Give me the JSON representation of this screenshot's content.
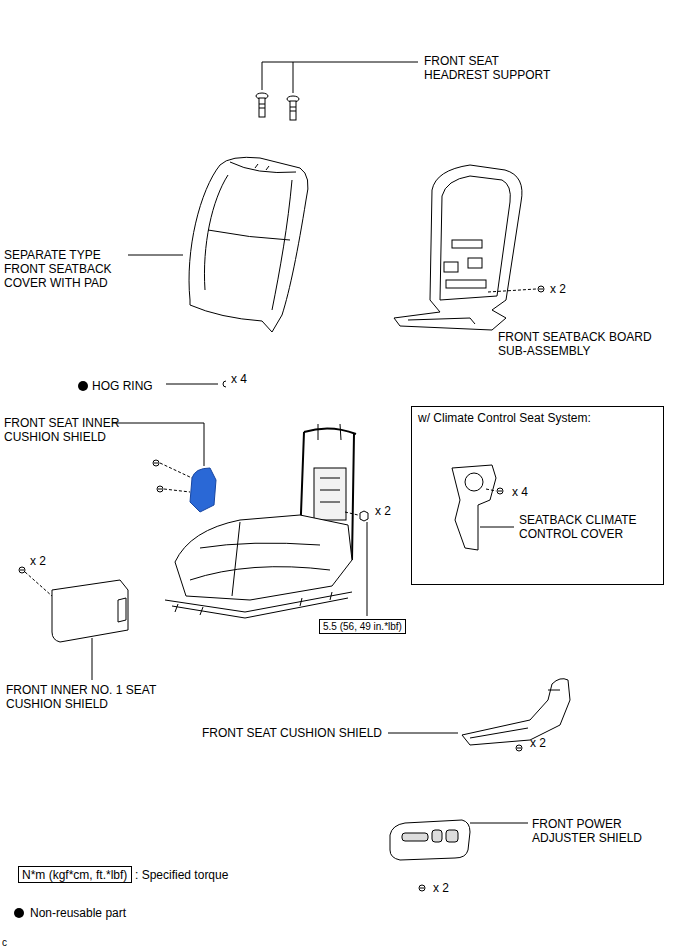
{
  "diagram": {
    "nodes": [
      {
        "text": [
          "w/ Climate Control Seat System:",
          "x 4",
          "SEATBACK CLIMATE CONTROL COVER"
        ]
      },
      {
        "text": [
          "5.5 (56, 49 in.*lbf)"
        ]
      },
      {
        "text": [
          "N*m (kgf*cm, ft.*lbf)"
        ]
      }
    ],
    "labels": [
      "FRONT SEAT HEADREST SUPPORT",
      "SEPARATE TYPE FRONT SEATBACK COVER WITH PAD",
      "x 2",
      "FRONT SEATBACK BOARD SUB-ASSEMBLY",
      "HOG RING",
      "x 4",
      "FRONT SEAT INNER CUSHION SHIELD",
      "x 2",
      "x 2",
      "FRONT INNER NO. 1 SEAT CUSHION SHIELD",
      "FRONT SEAT CUSHION SHIELD",
      "x 2",
      "FRONT POWER ADJUSTER SHIELD",
      "x 2",
      "c"
    ],
    "legend": [
      {
        "text": ": Specified torque"
      },
      {
        "text": "Non-reusable part",
        "color": "#000000"
      }
    ]
  }
}
